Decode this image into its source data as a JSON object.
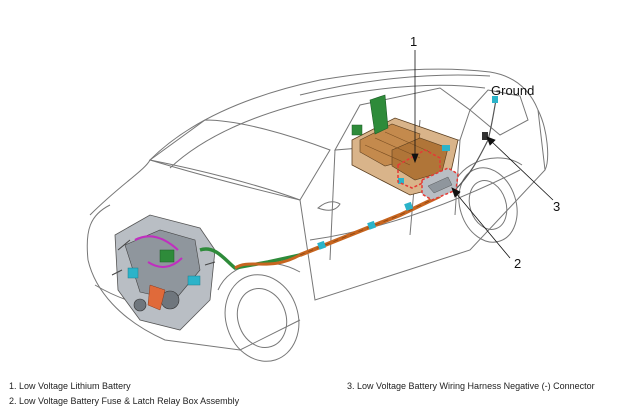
{
  "callouts": {
    "ground": "Ground",
    "n1": "1",
    "n2": "2",
    "n3": "3"
  },
  "legend": [
    "1. Low Voltage Lithium Battery",
    "2. Low Voltage Battery Fuse & Latch Relay Box Assembly",
    "3. Low Voltage Battery Wiring Harness Negative (-) Connector"
  ],
  "colors": {
    "cable": "#c7651f",
    "battery": "#c48a4d",
    "highlight": "#e53935",
    "green": "#2e8b3a",
    "cyan": "#2bb3c9",
    "magenta": "#c02fbf"
  }
}
